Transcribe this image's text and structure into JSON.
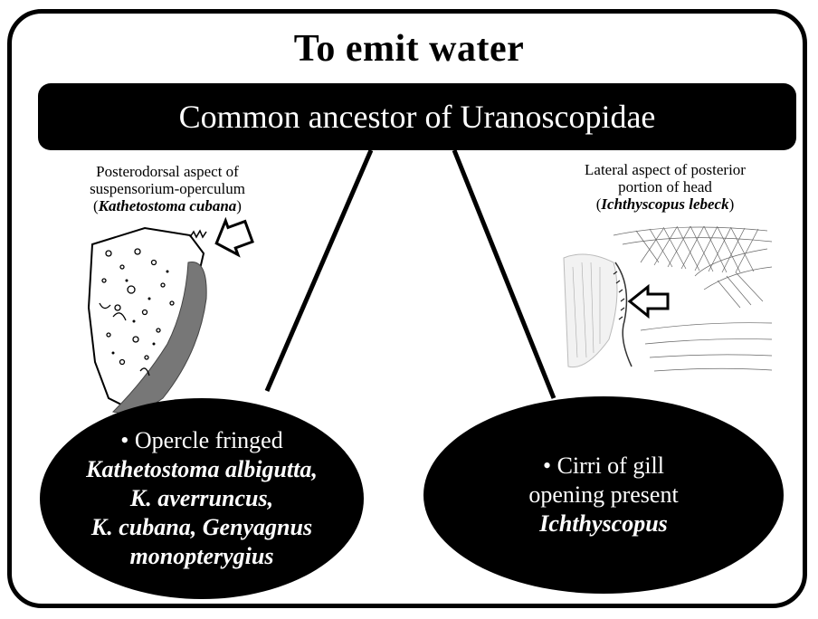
{
  "title": "To emit water",
  "ancestor": "Common ancestor of Uranoscopidae",
  "left_caption": {
    "line1": "Posterodorsal aspect of",
    "line2": "suspensorium-operculum",
    "species": "Kathetostoma cubana"
  },
  "right_caption": {
    "line1": "Lateral aspect of posterior",
    "line2": "portion of head",
    "species": "Ichthyscopus lebeck"
  },
  "left_clade": {
    "character": "• Opercle fringed",
    "taxa": [
      "Kathetostoma albigutta,",
      "K. averruncus,",
      "K. cubana, Genyagnus",
      "monopterygius"
    ]
  },
  "right_clade": {
    "character_line1": "• Cirri of gill",
    "character_line2": "opening present",
    "taxon": "Ichthyscopus"
  }
}
